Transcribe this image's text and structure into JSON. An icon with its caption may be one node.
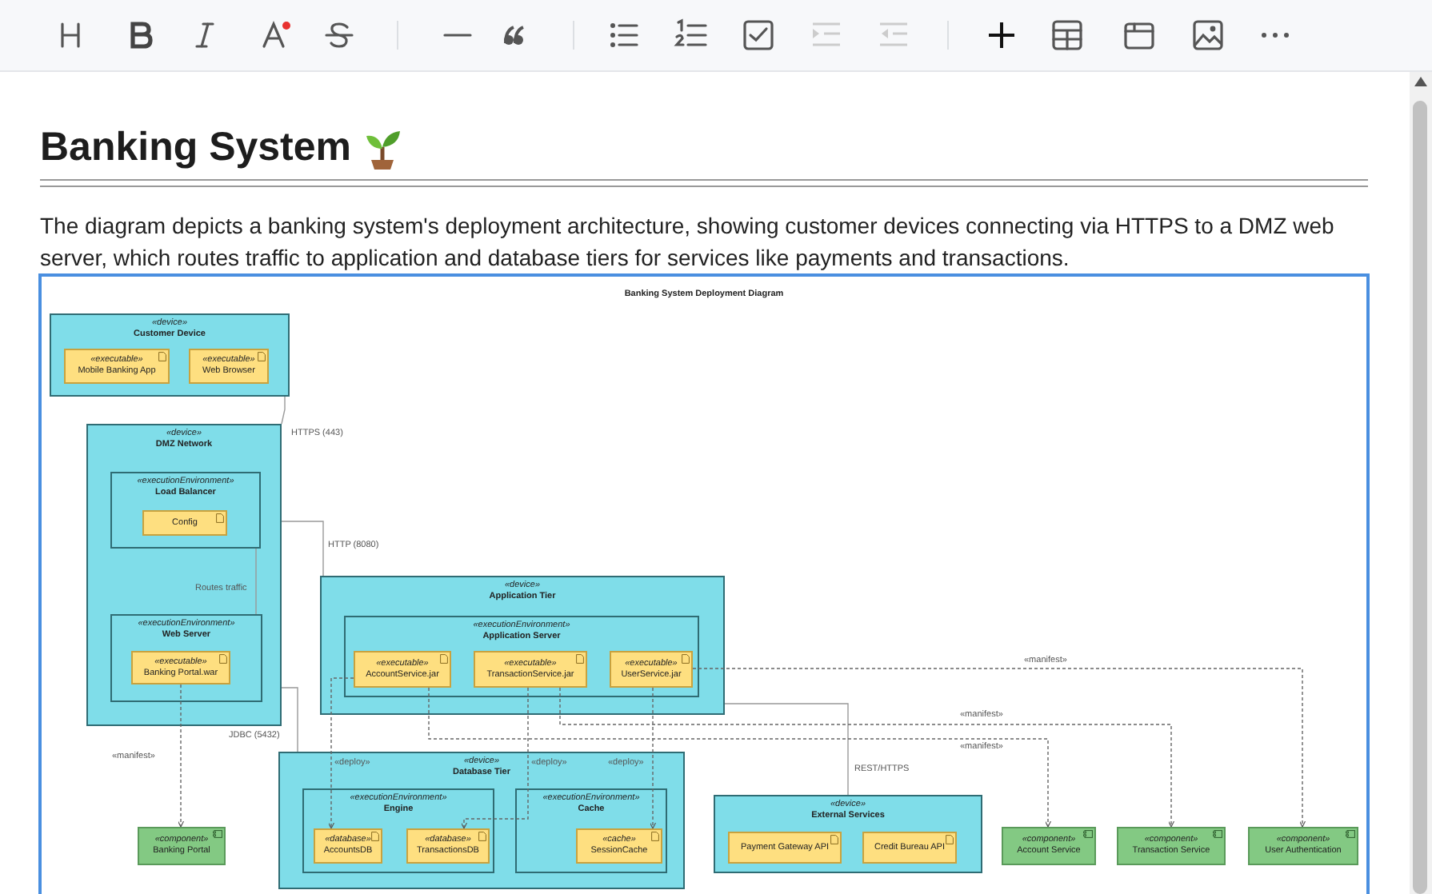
{
  "diagram": {
    "title": "Banking System",
    "caption": "The diagram depicts a banking system's deployment architecture, showing customer devices connecting via HTTPS to a DMZ web server, which routes traffic to application and database tiers for services like payments and transactions.",
    "nodes": [
      {
        "text": [
          "«device»",
          "Customer Device"
        ]
      },
      {
        "text": [
          "«executable»",
          "Mobile Banking App"
        ],
        "in": 0
      },
      {
        "text": [
          "«executable»",
          "Web Browser"
        ],
        "in": 0
      },
      {
        "text": [
          "«device»",
          "DMZ Network"
        ]
      },
      {
        "text": [
          "«executionEnvironment»",
          "Load Balancer"
        ],
        "in": 3
      },
      {
        "text": [
          "Config"
        ],
        "in": 4
      },
      {
        "text": [
          "«executionEnvironment»",
          "Web Server"
        ],
        "in": 3
      },
      {
        "text": [
          "«executable»",
          "Banking Portal.war"
        ],
        "in": 6
      },
      {
        "text": [
          "«device»",
          "Application Tier"
        ]
      },
      {
        "text": [
          "«executionEnvironment»",
          "Application Server"
        ],
        "in": 8
      },
      {
        "text": [
          "«executable»",
          "AccountService.jar"
        ],
        "in": 9
      },
      {
        "text": [
          "«executable»",
          "TransactionService.jar"
        ],
        "in": 9
      },
      {
        "text": [
          "«executable»",
          "UserService.jar"
        ],
        "in": 9
      },
      {
        "text": [
          "«device»",
          "Database Tier"
        ]
      },
      {
        "text": [
          "«executionEnvironment»",
          "Engine"
        ],
        "in": 13
      },
      {
        "text": [
          "«database»",
          "AccountsDB"
        ],
        "in": 14
      },
      {
        "text": [
          "«database»",
          "TransactionsDB"
        ],
        "in": 14
      },
      {
        "text": [
          "«executionEnvironment»",
          "Cache"
        ],
        "in": 13
      },
      {
        "text": [
          "«cache»",
          "SessionCache"
        ],
        "in": 17
      },
      {
        "text": [
          "«device»",
          "External Services"
        ]
      },
      {
        "text": [
          "Payment Gateway API"
        ],
        "in": 19
      },
      {
        "text": [
          "Credit Bureau API"
        ],
        "in": 19
      },
      {
        "text": [
          "«component»",
          "Banking Portal"
        ]
      },
      {
        "text": [
          "«component»",
          "Account Service"
        ]
      },
      {
        "text": [
          "«component»",
          "Transaction Service"
        ]
      },
      {
        "text": [
          "«component»",
          "User Authentication"
        ]
      }
    ],
    "edges": [
      {
        "from": 0,
        "to": 3,
        "arrow": "none",
        "label": "HTTPS (443)"
      },
      {
        "from": 4,
        "to": 6,
        "arrow": "none",
        "label": "Routes traffic"
      },
      {
        "from": 3,
        "to": 8,
        "arrow": "none",
        "label": "HTTP (8080)"
      },
      {
        "from": 3,
        "to": 13,
        "arrow": "none",
        "label": "JDBC (5432)"
      },
      {
        "from": 8,
        "to": 19,
        "arrow": "none",
        "label": "REST/HTTPS"
      },
      {
        "from": 7,
        "to": 22,
        "arrow": "to",
        "style": "dashed",
        "label": "«manifest»"
      },
      {
        "from": 10,
        "to": 15,
        "arrow": "to",
        "style": "dashed",
        "label": "«deploy»"
      },
      {
        "from": 11,
        "to": 16,
        "arrow": "to",
        "style": "dashed",
        "label": "«deploy»"
      },
      {
        "from": 12,
        "to": 18,
        "arrow": "to",
        "style": "dashed",
        "label": "«deploy»"
      },
      {
        "from": 10,
        "to": 23,
        "arrow": "to",
        "style": "dashed",
        "label": "«manifest»"
      },
      {
        "from": 11,
        "to": 24,
        "arrow": "to",
        "style": "dashed",
        "label": "«manifest»"
      },
      {
        "from": 12,
        "to": 25,
        "arrow": "to",
        "style": "dashed",
        "label": "«manifest»"
      }
    ],
    "labels": [
      "Banking System Deployment Diagram"
    ]
  }
}
